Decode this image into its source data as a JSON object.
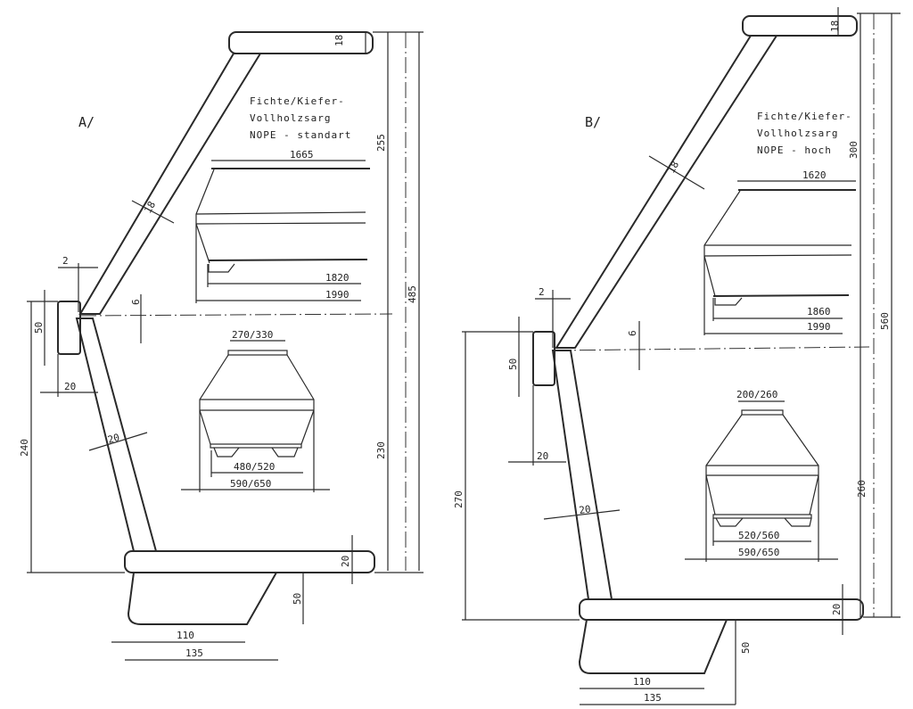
{
  "drawing_a": {
    "label": "A/",
    "note": [
      "Fichte/Kiefer-",
      "Vollholzsarg",
      "NOPE - standart"
    ],
    "dims": {
      "top_thickness": "18",
      "board_thickness": "18",
      "gap": "2",
      "offset": "6",
      "block_height": "50",
      "block_width": "20",
      "lower_thickness": "20",
      "left_height": "240",
      "upper_height": "255",
      "lower_height": "230",
      "total_height": "485",
      "base_thickness": "20",
      "foot_height": "50",
      "foot_width_inner": "110",
      "foot_width_outer": "135",
      "side_top": "1665",
      "side_bottom": "1820",
      "side_total": "1990",
      "end_top": "270/330",
      "end_bottom": "480/520",
      "end_total": "590/650"
    }
  },
  "drawing_b": {
    "label": "B/",
    "note": [
      "Fichte/Kiefer-",
      "Vollholzsarg",
      "NOPE - hoch"
    ],
    "dims": {
      "top_thickness": "18",
      "board_thickness": "18",
      "gap": "2",
      "offset": "6",
      "block_height": "50",
      "block_width": "20",
      "lower_thickness": "20",
      "left_height": "270",
      "upper_height": "300",
      "lower_height": "260",
      "total_height": "560",
      "base_thickness": "20",
      "foot_height": "50",
      "foot_width_inner": "110",
      "foot_width_outer": "135",
      "side_top": "1620",
      "side_bottom": "1860",
      "side_total": "1990",
      "end_top": "200/260",
      "end_bottom": "520/560",
      "end_total": "590/650"
    }
  }
}
